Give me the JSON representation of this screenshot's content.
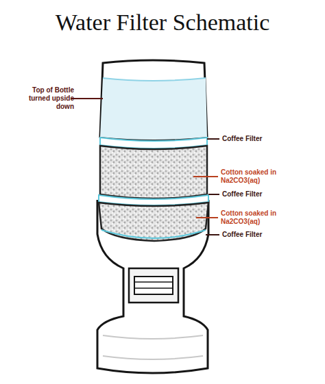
{
  "diagram": {
    "title": "Water Filter Schematic",
    "labels": [
      "Top of Bottle turned upside down",
      "Coffee Filter",
      "Cotton soaked in Na2CO3(aq)",
      "Coffee Filter",
      "Cotton soaked in Na2CO3(aq)",
      "Coffee Filter"
    ]
  }
}
